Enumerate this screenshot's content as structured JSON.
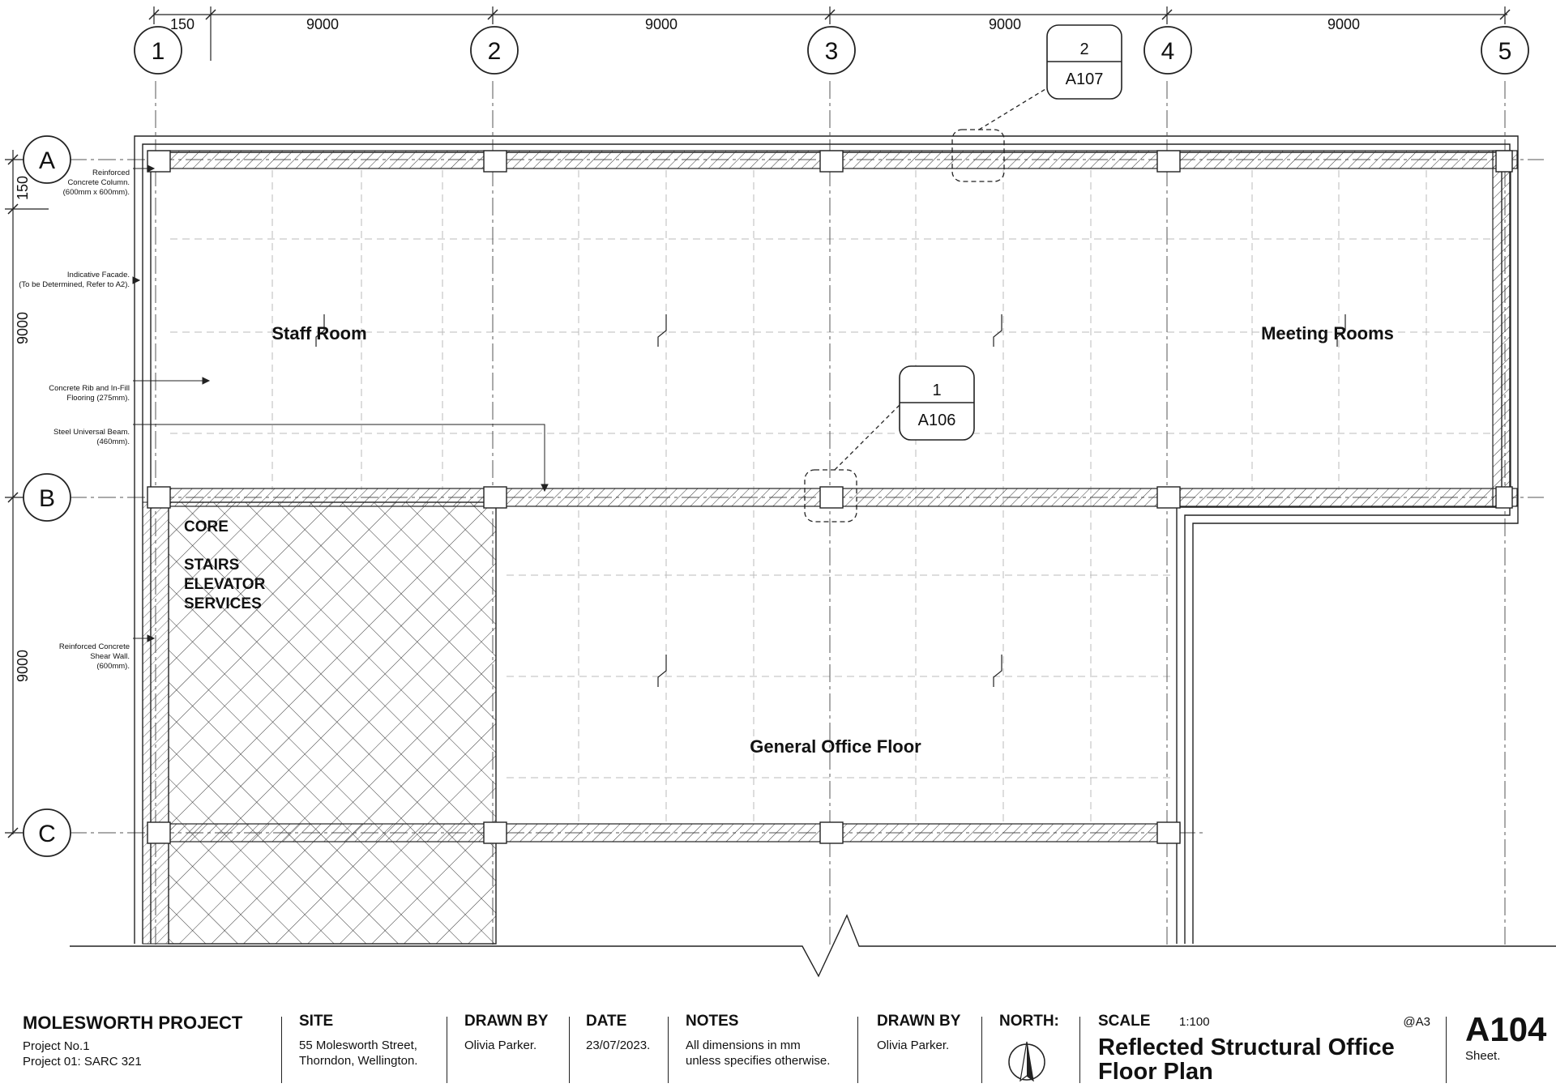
{
  "grid": {
    "columns": [
      "1",
      "2",
      "3",
      "4",
      "5"
    ],
    "rows": [
      "A",
      "B",
      "C"
    ],
    "column_spacings": [
      "9000",
      "9000",
      "9000",
      "9000"
    ],
    "row_spacings": [
      "9000",
      "9000"
    ],
    "offset_top": "150",
    "offset_left": "150"
  },
  "rooms": {
    "staff_room": "Staff Room",
    "meeting_rooms": "Meeting Rooms",
    "general_office": "General Office Floor",
    "core_lines": [
      "CORE",
      "STAIRS",
      "ELEVATOR",
      "SERVICES"
    ]
  },
  "callouts": [
    {
      "number": "2",
      "sheet": "A107"
    },
    {
      "number": "1",
      "sheet": "A106"
    }
  ],
  "annotations": {
    "column": [
      "Reinforced",
      "Concrete Column.",
      "(600mm x 600mm)."
    ],
    "facade": [
      "Indicative Facade.",
      "(To be Determined, Refer to A2)."
    ],
    "rib": [
      "Concrete Rib and In-Fill",
      "Flooring (275mm)."
    ],
    "beam": [
      "Steel Universal Beam.",
      "(460mm)."
    ],
    "shear_wall": [
      "Reinforced Concrete",
      "Shear Wall.",
      "(600mm)."
    ]
  },
  "title_block": {
    "project_title": "MOLESWORTH PROJECT",
    "project_no": "Project No.1",
    "project_code": "Project 01: SARC 321",
    "site_label": "SITE",
    "site_line1": "55 Molesworth Street,",
    "site_line2": "Thorndon, Wellington.",
    "drawn_by_label": "DRAWN BY",
    "drawn_by": "Olivia Parker.",
    "date_label": "DATE",
    "date": "23/07/2023.",
    "notes_label": "NOTES",
    "notes_line1": "All dimensions in mm",
    "notes_line2": "unless specifies otherwise.",
    "drawn_by_label_2": "DRAWN BY",
    "drawn_by_2": "Olivia Parker.",
    "north_label": "NORTH:",
    "scale_label": "SCALE",
    "scale_value": "1:100",
    "paper": "@A3",
    "drawing_title_line1": "Reflected Structural Office",
    "drawing_title_line2": "Floor Plan",
    "sheet_number": "A104",
    "sheet_label": "Sheet."
  }
}
